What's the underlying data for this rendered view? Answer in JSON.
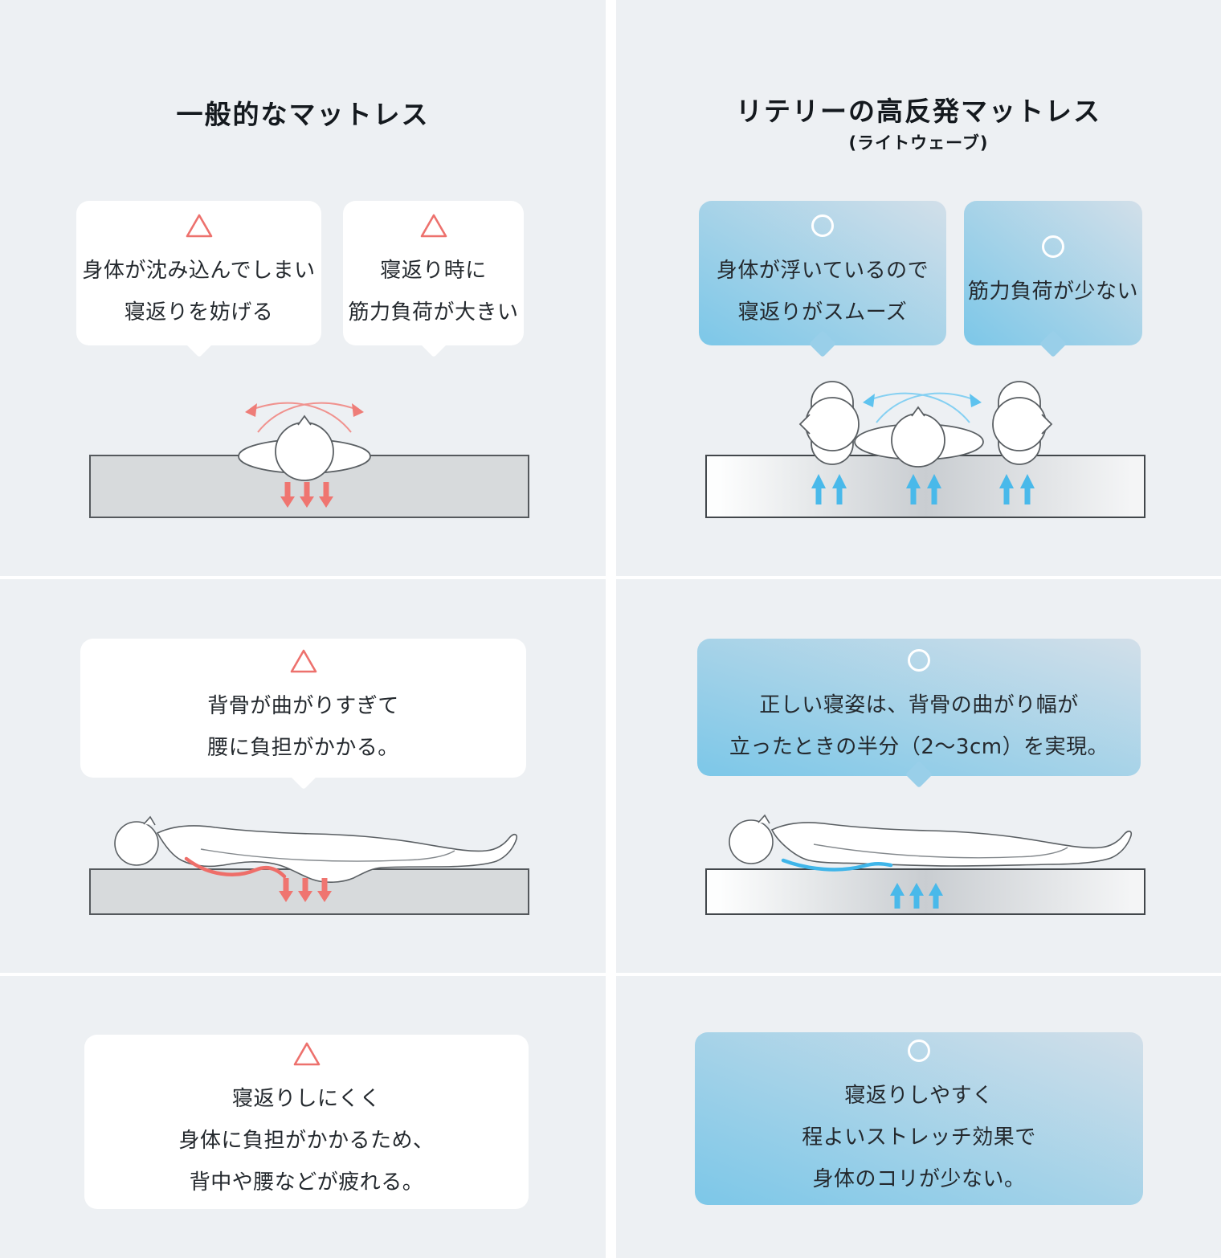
{
  "comparison": {
    "left": {
      "title": "一般的なマットレス",
      "row1_bubble1": [
        "身体が沈み込んでしまい",
        "寝返りを妨げる"
      ],
      "row1_bubble2": [
        "寝返り時に",
        "筋力負荷が大きい"
      ],
      "row2_bubble": [
        "背骨が曲がりすぎて",
        "腰に負担がかかる。"
      ],
      "row3_bubble": [
        "寝返りしにくく",
        "身体に負担がかかるため、",
        "背中や腰などが疲れる。"
      ]
    },
    "right": {
      "title": "リテリーの高反発マットレス",
      "subtitle": "(ライトウェーブ)",
      "row1_bubble1": [
        "身体が浮いているので",
        "寝返りがスムーズ"
      ],
      "row1_bubble2": [
        "筋力負荷が少ない"
      ],
      "row2_bubble": [
        "正しい寝姿は、背骨の曲がり幅が",
        "立ったときの半分（2〜3cm）を実現。"
      ],
      "row3_bubble": [
        "寝返りしやすく",
        "程よいストレッチ効果で",
        "身体のコリが少ない。"
      ]
    }
  },
  "icons": {
    "negative": "caution-triangle-outline",
    "positive": "good-circle-outline"
  },
  "colors": {
    "panel_background": "#edf0f3",
    "accent_negative": "#ed716d",
    "accent_positive": "#45b8ea",
    "bubble_blue_start": "#7cc7e8",
    "bubble_blue_end": "#d2dfe9",
    "mattress_gray": "#d7dadc"
  }
}
